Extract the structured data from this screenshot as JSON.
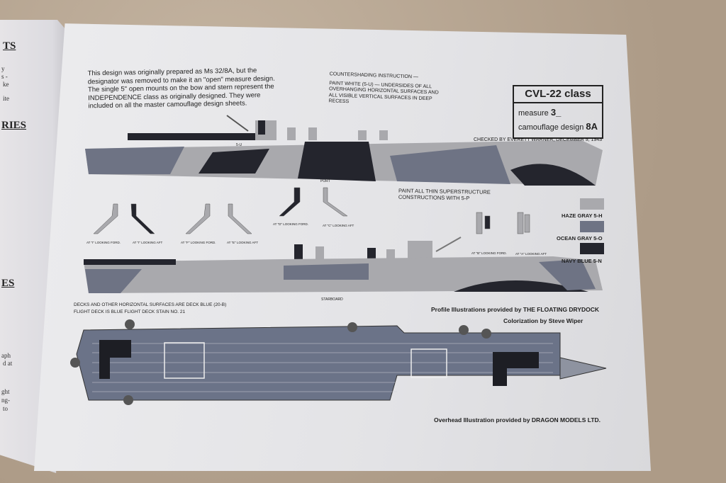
{
  "left_page": {
    "headings": [
      "TS",
      "RIES",
      "ES"
    ],
    "fragments": [
      "y",
      "s -",
      "ke",
      "ite",
      "aph",
      "d at",
      "ght",
      "ng-",
      "to"
    ]
  },
  "intro_text": "This design was originally prepared as Ms 32/8A, but the designator was removed to make it an \"open\" measure design. The single 5\" open mounts on the bow and stern represent the INDEPENDENCE class as originally designed. They were included on all the master camouflage design sheets.",
  "countershading": {
    "title": "COUNTERSHADING INSTRUCTION —",
    "body": "PAINT WHITE (5-U) — UNDERSIDES OF ALL OVERHANGING HORIZONTAL SURFACES AND ALL VISIBLE VERTICAL SURFACES IN DEEP RECESS"
  },
  "class_box": {
    "title": "CVL-22 class",
    "measure_label": "measure",
    "measure_value": "3_",
    "design_label": "camouflage design",
    "design_value": "8A"
  },
  "checked_by": "CHECKED BY EVERETT WARNER, DECEMBER 9, 1943",
  "labels": {
    "port": "PORT",
    "starboard": "STARBOARD",
    "superstructure": "PAINT ALL THIN SUPERSTRUCTURE CONSTRUCTIONS WITH 5-P",
    "hull_5u": "5-U"
  },
  "section_views": [
    "AT \"I\" LOOKING FORD.",
    "AT \"I\" LOOKING AFT",
    "AT \"F\" LOOKING FORD.",
    "AT \"E\" LOOKING AFT",
    "AT \"D\" LOOKING FORD.",
    "AT \"C\" LOOKING AFT",
    "AT \"B\" LOOKING FORD.",
    "AT \"A\" LOOKING AFT"
  ],
  "legend": [
    {
      "label": "HAZE GRAY 5-H",
      "color": "#a9a9ad"
    },
    {
      "label": "OCEAN GRAY 5-O",
      "color": "#6e7384"
    },
    {
      "label": "NAVY BLUE 5-N",
      "color": "#24252d"
    }
  ],
  "deck_note": [
    "DECKS AND OTHER HORIZONTAL SURFACES ARE DECK BLUE (20-B)",
    "FLIGHT DECK IS BLUE FLIGHT DECK STAIN NO. 21"
  ],
  "credits": {
    "profile": "Profile Illustrations provided by THE FLOATING DRYDOCK",
    "colorization": "Colorization by Steve Wiper",
    "overhead": "Overhead Illustration provided by DRAGON MODELS LTD."
  }
}
